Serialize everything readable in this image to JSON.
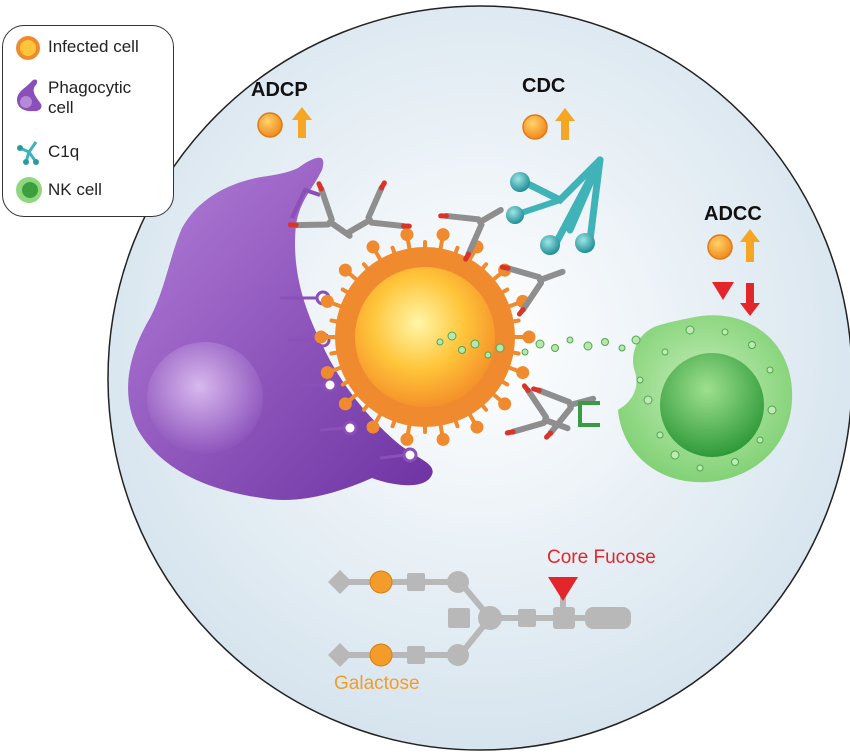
{
  "legend": {
    "items": [
      {
        "label": "Infected cell",
        "icon": "infected-cell-icon"
      },
      {
        "label": "Phagocytic\ncell",
        "icon": "phagocytic-cell-icon"
      },
      {
        "label": "C1q",
        "icon": "c1q-icon"
      },
      {
        "label": "NK cell",
        "icon": "nk-cell-icon"
      }
    ]
  },
  "labels": {
    "adcp": "ADCP",
    "cdc": "CDC",
    "adcc": "ADCC",
    "core_fucose": "Core Fucose",
    "galactose": "Galactose"
  },
  "colors": {
    "infected_cell": "#f08a2e",
    "phagocytic_cell": "#8a4fb8",
    "c1q": "#3fb3b8",
    "nk_cell": "#5cbf5a",
    "up_arrow": "#f5a623",
    "down_arrow": "#e3262c",
    "galactose": "#f39c2a",
    "core_fucose": "#e3262c",
    "glycan": "#b8b8b8"
  }
}
